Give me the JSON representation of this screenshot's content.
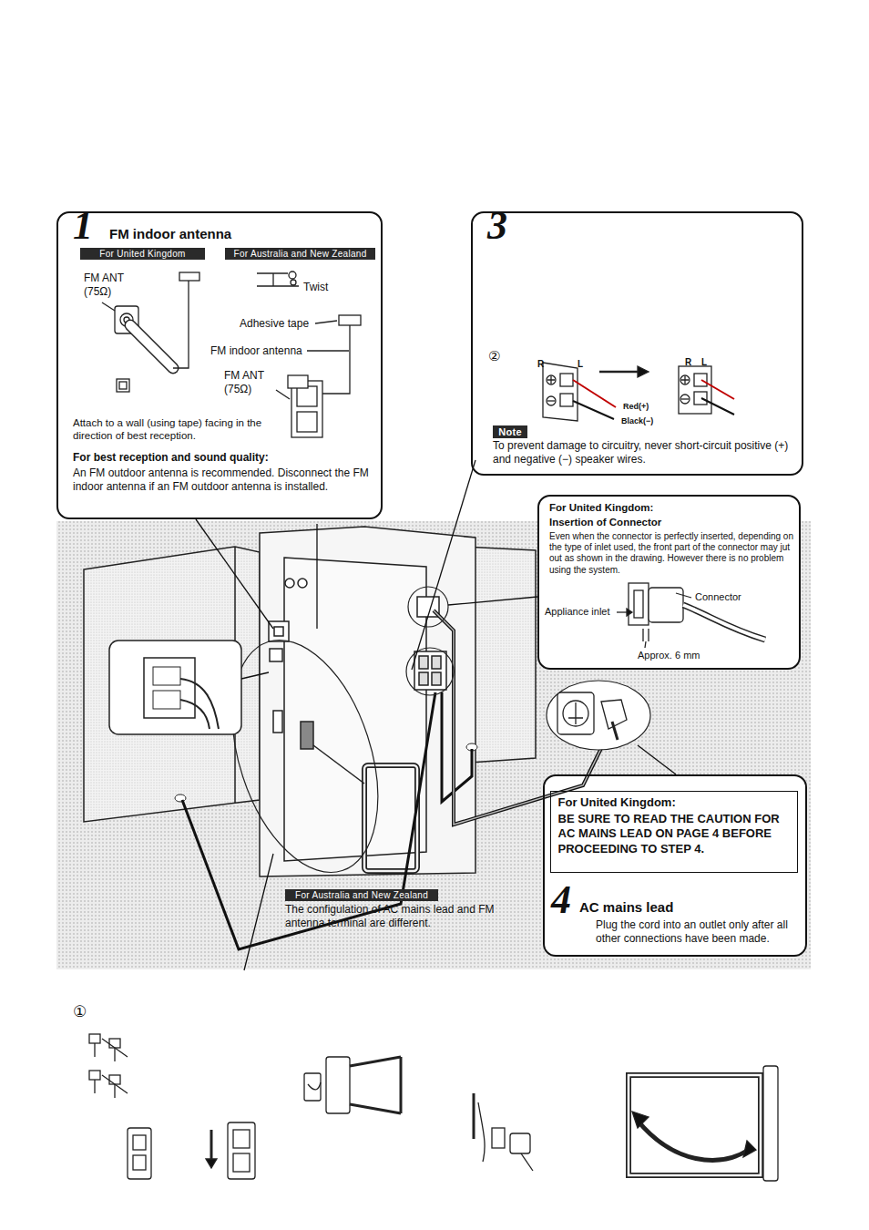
{
  "diagram": {
    "nodes": [
      {
        "text": [
          "1",
          "FM indoor antenna",
          "FM ANT (75Ω)",
          "Twist",
          "Adhesive tape",
          "FM indoor antenna",
          "FM ANT (75Ω)",
          "Attach to a wall (using tape) facing in the direction of best reception.",
          "For best reception and sound quality:",
          "An FM outdoor antenna is recommended. Disconnect the FM indoor antenna if an FM outdoor antenna is installed."
        ]
      },
      {
        "text": [
          "For United Kingdom"
        ],
        "in": 0
      },
      {
        "text": [
          "For Australia and New Zealand"
        ],
        "in": 0
      },
      {
        "text": [
          "3",
          "②",
          "R",
          "L",
          "Red(+)",
          "Black(−)",
          "R",
          "L",
          "To prevent damage to circuitry, never short-circuit positive (+) and negative (−) speaker wires."
        ]
      },
      {
        "text": [
          "Note"
        ],
        "in": 3
      },
      {
        "text": [
          "For United Kingdom:",
          "Insertion of Connector",
          "Even when the connector is perfectly inserted, depending on the type of inlet used, the front part of the connector may jut out as shown in the drawing. However there is no problem using the system.",
          "Connector",
          "Appliance inlet",
          "Approx. 6 mm"
        ]
      },
      {
        "text": [
          "4",
          "AC mains lead",
          "Plug the cord into an outlet only after all other connections have been made."
        ]
      },
      {
        "text": [
          "For United Kingdom:",
          "BE SURE TO READ THE CAUTION FOR AC MAINS LEAD ON PAGE 4 BEFORE PROCEEDING TO STEP 4."
        ],
        "in": 6
      },
      {
        "text": [
          "For Australia and New Zealand"
        ]
      }
    ],
    "labels": [
      "The configulation of AC mains lead and FM antenna terminal are different.",
      "①"
    ]
  }
}
